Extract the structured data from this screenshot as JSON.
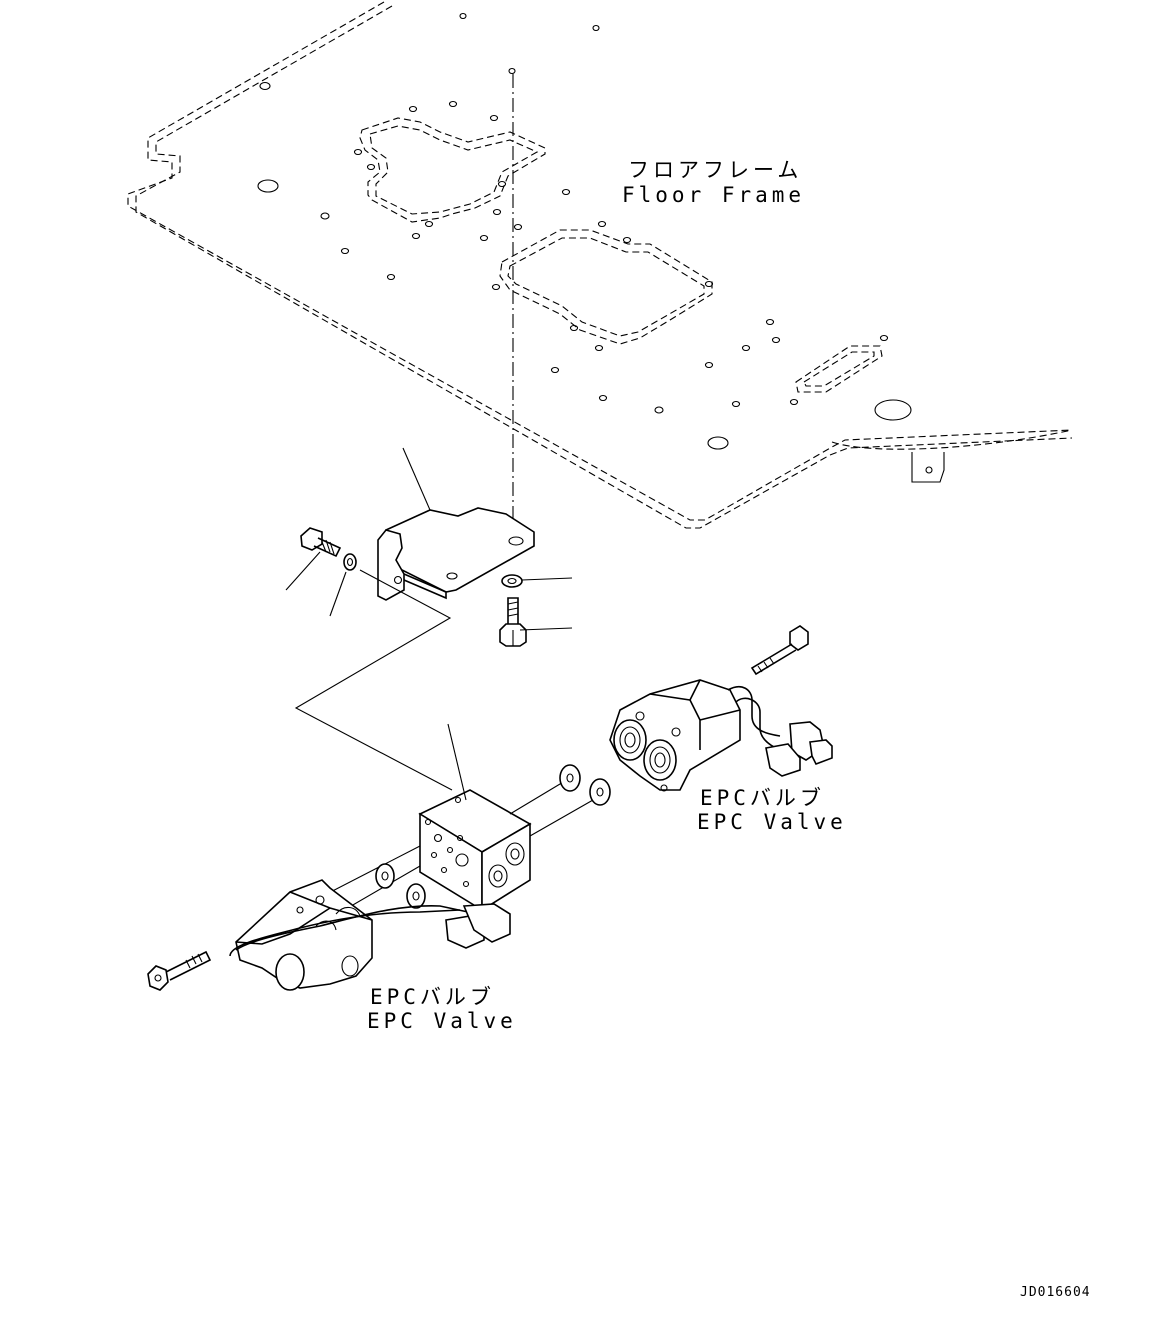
{
  "labels": {
    "floor_frame_jp": "フロアフレーム",
    "floor_frame_en": "Floor Frame",
    "epc_valve_right_jp": "EPCバルブ",
    "epc_valve_right_en": "EPC Valve",
    "epc_valve_left_jp": "EPCバルブ",
    "epc_valve_left_en": "EPC Valve",
    "drawing_number": "JD016604"
  }
}
